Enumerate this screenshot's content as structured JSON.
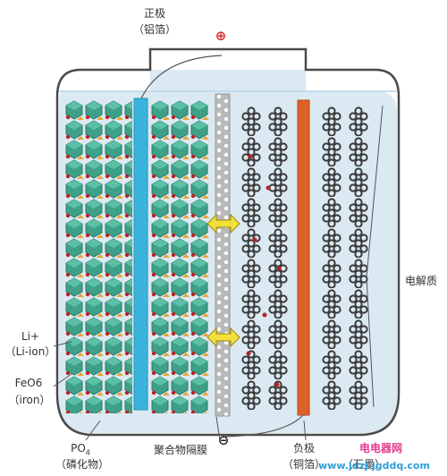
{
  "labels": {
    "positive_title": "正极",
    "positive_sub": "（铝箔）",
    "positive_sign": "⊕",
    "negative_sign": "⊖",
    "electrolyte": "电解质",
    "li_ion_1": "Li+",
    "li_ion_2": "（Li-ion）",
    "feo6_1": "FeO6",
    "feo6_2": "（iron）",
    "po4_1": "PO",
    "po4_sub": "4",
    "po4_2": "（磷化物）",
    "separator": "聚合物隔膜",
    "negative_title": "负极",
    "negative_sub": "（铜箔）",
    "graphite_sub": "（石墨）"
  },
  "watermark": {
    "top": "电电器网",
    "bottom": "www.jdzj.jgddq.com"
  },
  "colors": {
    "case_stroke": "#4a4a4a",
    "electrolyte_fill": "#dbe9f3",
    "cathode_crystal": "#3fa088",
    "cathode_dark": "#2b7a68",
    "li_ion_red": "#b82222",
    "po4_orange": "#e7a432",
    "aluminum_foil": "#3ab4dc",
    "copper_foil": "#e0602a",
    "separator": "#b9b9b9",
    "graphite": "#3a3a3a",
    "arrow": "#f0e03a",
    "plus_red": "#d42a2a"
  }
}
